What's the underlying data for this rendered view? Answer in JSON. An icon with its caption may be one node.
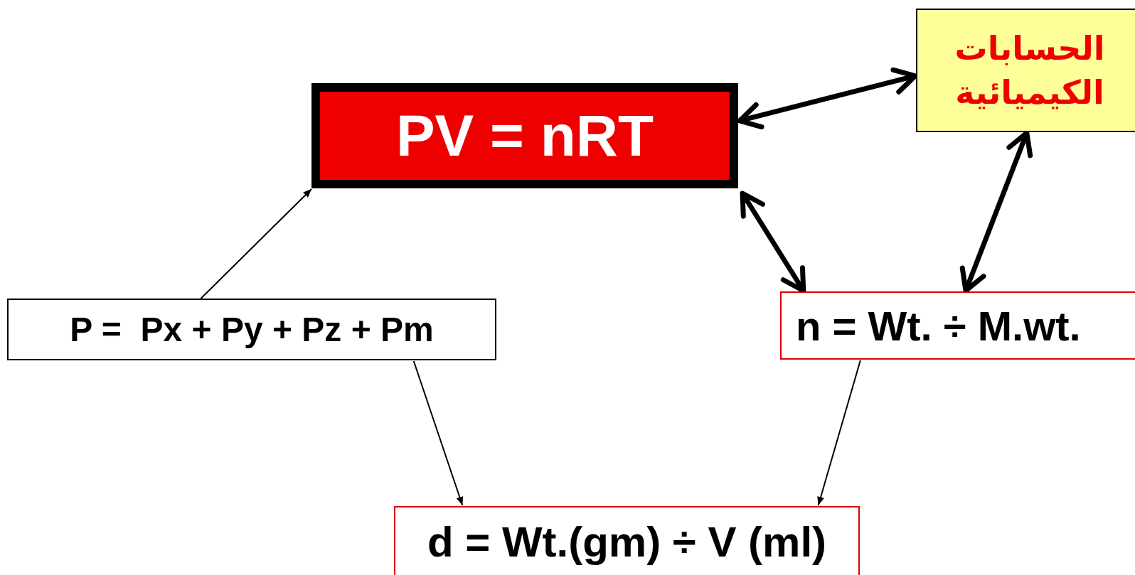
{
  "diagram": {
    "nodes": [
      {
        "text": [
          "PV = nRT"
        ]
      },
      {
        "text": [
          "الحسابات الكيميائية"
        ]
      },
      {
        "text": [
          "P =  Px + Py + Pz + Pm"
        ]
      },
      {
        "text": [
          "n = Wt. ÷ M.wt."
        ]
      },
      {
        "text": [
          "d = Wt.(gm) ÷ V (ml)"
        ]
      }
    ],
    "edges": [
      {
        "from": 2,
        "to": 0,
        "arrow": "to"
      },
      {
        "from": 0,
        "to": 1,
        "arrow": "both",
        "style": "thick"
      },
      {
        "from": 0,
        "to": 3,
        "arrow": "both",
        "style": "thick"
      },
      {
        "from": 1,
        "to": 3,
        "arrow": "both",
        "style": "thick"
      },
      {
        "from": 2,
        "to": 4,
        "arrow": "to"
      },
      {
        "from": 3,
        "to": 4,
        "arrow": "to"
      }
    ]
  }
}
